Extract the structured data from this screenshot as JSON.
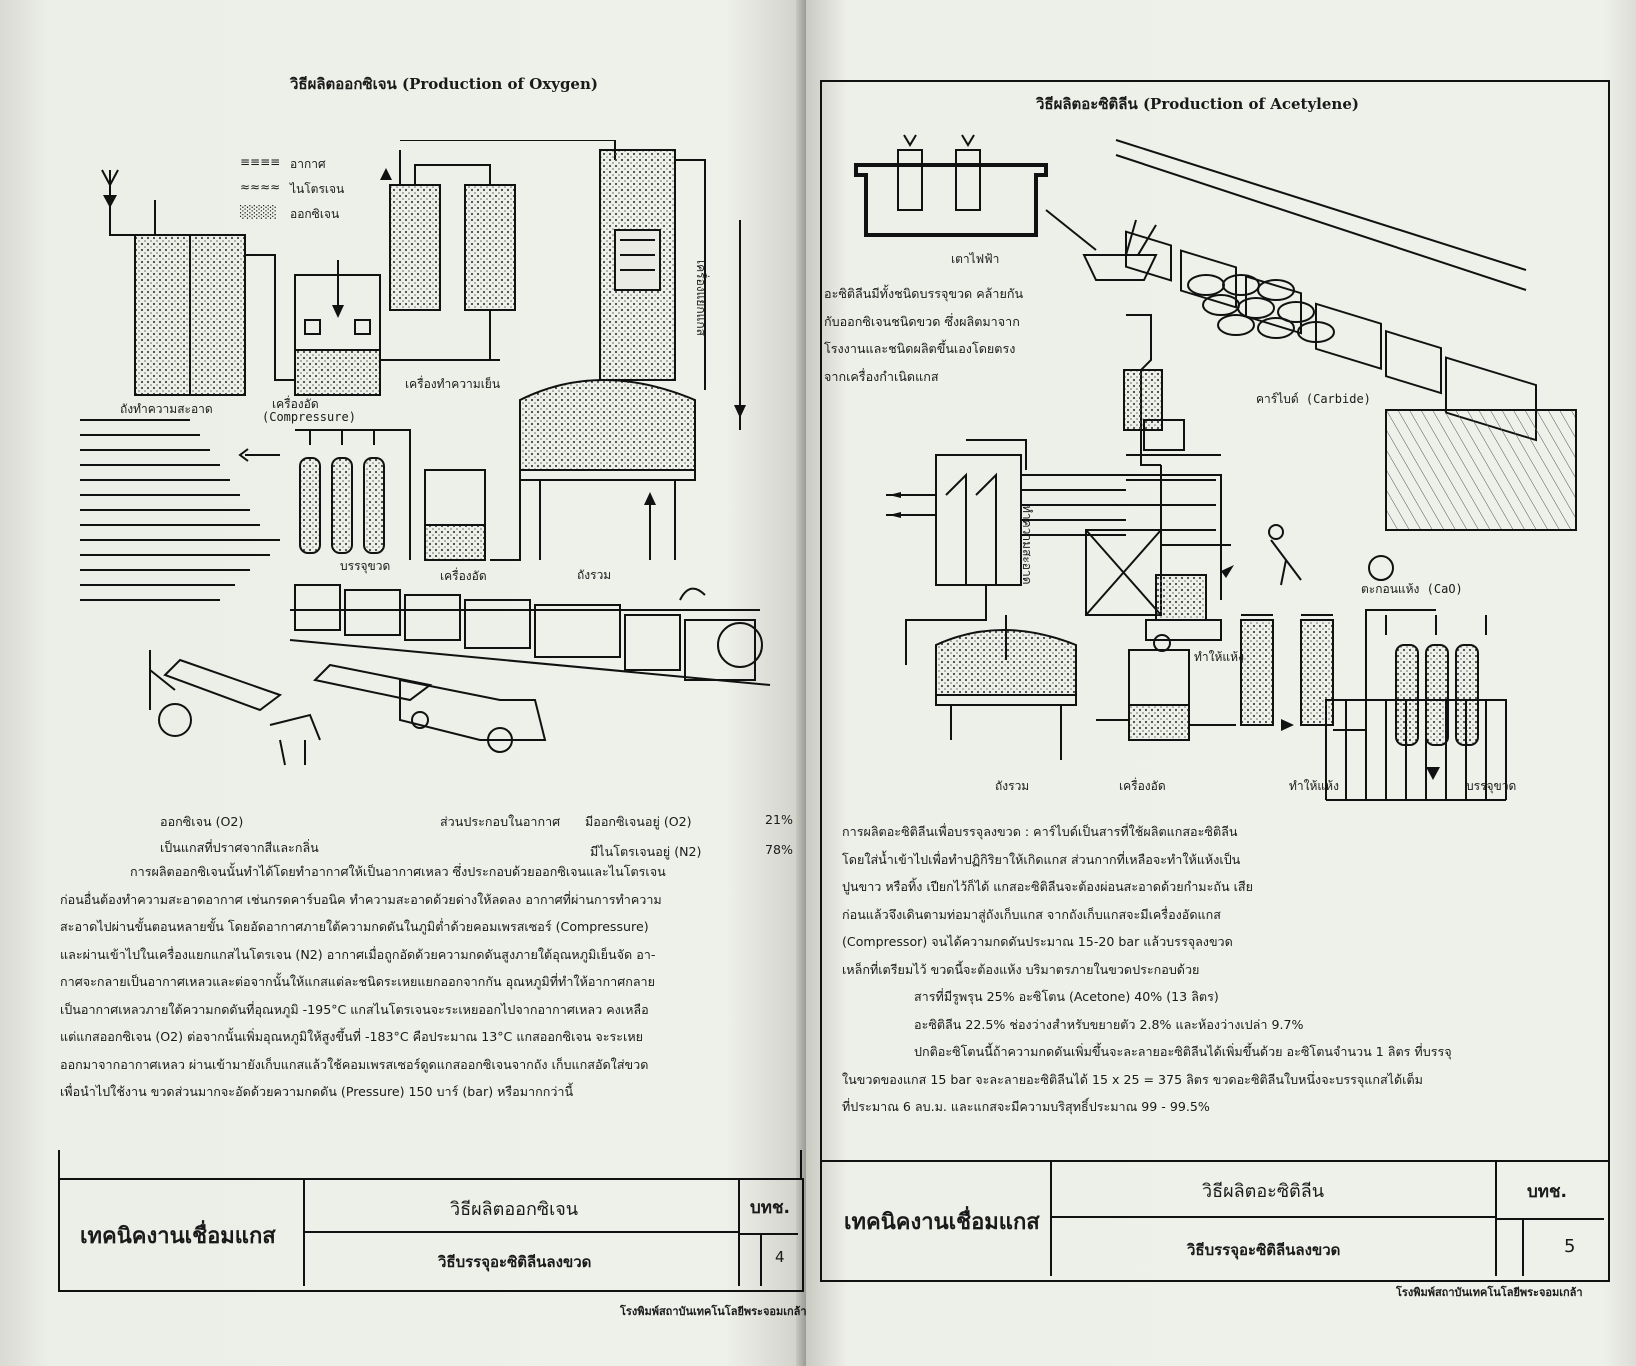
{
  "left": {
    "title": "วิธีผลิตออกซิเจน (Production of Oxygen)",
    "legend": [
      "อากาศ",
      "ไนโตรเจน",
      "ออกซิเจน"
    ],
    "labels": {
      "tank_clean": "ถังทำความสะอาด",
      "compressor": "เครื่องอัด",
      "compressor_en": "(Compressure)",
      "cooler": "เครื่องทำความเย็น",
      "separator": "เครื่องแยกแกส",
      "bottling": "บรรจุขวด",
      "compressor2": "เครื่องอัด",
      "storage": "ถังรวม"
    },
    "facts": {
      "oxygen_name": "ออกซิเจน (O2)",
      "oxygen_desc": "เป็นแกสที่ปราศจากสีและกลิ่น",
      "air_comp": "ส่วนประกอบในอากาศ",
      "o2_line": "มีออกซิเจนอยู่ (O2)",
      "o2_pct": "21%",
      "n2_line": "มีไนโตรเจนอยู่ (N2)",
      "n2_pct": "78%"
    },
    "paragraph": [
      "การผลิตออกซิเจนนั้นทำได้โดยทำอากาศให้เป็นอากาศเหลว ซึ่งประกอบด้วยออกซิเจนและไนโตรเจน",
      "ก่อนอื่นต้องทำความสะอาดอากาศ เช่นกรดคาร์บอนิค ทำความสะอาดด้วยด่างให้ลดลง อากาศที่ผ่านการทำความ",
      "สะอาดไปผ่านขั้นตอนหลายขั้น โดยอัดอากาศภายใต้ความกดดันในภูมิต่ำด้วยคอมเพรสเซอร์ (Compressure)",
      "และผ่านเข้าไปในเครื่องแยกแกสไนโตรเจน (N2) อากาศเมื่อถูกอัดด้วยความกดดันสูงภายใต้อุณหภูมิเย็นจัด อา-",
      "กาศจะกลายเป็นอากาศเหลวและต่อจากนั้นให้แกสแต่ละชนิดระเหยแยกออกจากกัน   อุณหภูมิที่ทำให้อากาศกลาย",
      "เป็นอากาศเหลวภายใต้ความกดดันที่อุณหภูมิ -195°C แกสไนโตรเจนจะระเหยออกไปจากอากาศเหลว คงเหลือ",
      "แต่แกสออกซิเจน (O2) ต่อจากนั้นเพิ่มอุณหภูมิให้สูงขึ้นที่ -183°C คือประมาณ 13°C แกสออกซิเจน  จะระเหย",
      "ออกมาจากอากาศเหลว ผ่านเข้ามายังเก็บแกสแล้วใช้คอมเพรสเซอร์ดูดแกสออกซิเจนจากถัง เก็บแกสอัดใส่ขวด",
      "เพื่อนำไปใช้งาน ขวดส่วนมากจะอัดด้วยความกดดัน (Pressure) 150 บาร์ (bar) หรือมากกว่านี้"
    ],
    "titleblock": {
      "org": "เทคนิคงานเชื่อมแกส",
      "upper": "วิธีผลิตออกซิเจน",
      "lower": "วิธีบรรจุอะซิติลีนลงขวด",
      "code": "บทช.",
      "page": "4"
    },
    "printer": "โรงพิมพ์สถาบันเทคโนโลยีพระจอมเกล้า"
  },
  "right": {
    "title": "วิธีผลิตอะซิติลีน (Production of Acetylene)",
    "labels": {
      "furnace": "เตาไฟฟ้า",
      "carbide": "คาร์ไบด์ (Carbide)",
      "cleaner": "ทำความสะอาด",
      "lime": "ตะกอนแห้ง (CaO)",
      "dry1": "ทำให้แห้ง",
      "storage": "ถังรวม",
      "compressor": "เครื่องอัด",
      "dry2": "ทำให้แห้ง",
      "bottling": "บรรจุขวด"
    },
    "intro": [
      "อะซิติลีนมีทั้งชนิดบรรจุขวด คล้ายกัน",
      "กับออกซิเจนชนิดขวด ซึ่งผลิตมาจาก",
      "โรงงานและชนิดผลิตขึ้นเองโดยตรง",
      "จากเครื่องกำเนิดแกส"
    ],
    "paragraph": [
      "การผลิตอะซิติลีนเพื่อบรรจุลงขวด :  คาร์ไบด์เป็นสารที่ใช้ผลิตแกสอะซิติลีน",
      "โดยใส่น้ำเข้าไปเพื่อทำปฏิกิริยาให้เกิดแกส ส่วนกากที่เหลือจะทำให้แห้งเป็น",
      "ปูนขาว หรือทิ้ง เปียกไว้ก็ได้  แกสอะซิติลีนจะต้องผ่อนสะอาดด้วยกำมะถัน เสีย",
      "ก่อนแล้วจึงเดินตามท่อมาสู่ถังเก็บแกส จากถังเก็บแกสจะมีเครื่องอัดแกส",
      "(Compressor) จนได้ความกดดันประมาณ 15-20 bar แล้วบรรจุลงขวด",
      "เหล็กที่เตรียมไว้ ขวดนี้จะต้องแห้ง บริมาตรภายในขวดประกอบด้วย"
    ],
    "composition": [
      "สารที่มีรูพรุน 25% อะซิโตน (Acetone) 40% (13 ลิตร)",
      "อะซิติลีน 22.5% ช่องว่างสำหรับขยายตัว 2.8%   และห้องว่างเปล่า 9.7%"
    ],
    "closing": [
      "ปกติอะซิโตนนี้ถ้าความกดดันเพิ่มขึ้นจะละลายอะซิติลีนได้เพิ่มขึ้นด้วย อะซิโตนจำนวน 1 ลิตร ที่บรรจุ",
      "ในขวดของแกส 15 bar จะละลายอะซิติลีนได้ 15 x 25 = 375 ลิตร ขวดอะซิติลีนใบหนึ่งจะบรรจุแกสได้เต็ม",
      "ที่ประมาณ 6 ลบ.ม. และแกสจะมีความบริสุทธิ์ประมาณ  99 - 99.5%"
    ],
    "titleblock": {
      "org": "เทคนิคงานเชื่อมแกส",
      "upper": "วิธีผลิตอะซิติลีน",
      "lower": "วิธีบรรจุอะซิติลีนลงขวด",
      "code": "บทช.",
      "page": "5"
    },
    "printer": "โรงพิมพ์สถาบันเทคโนโลยีพระจอมเกล้า"
  }
}
